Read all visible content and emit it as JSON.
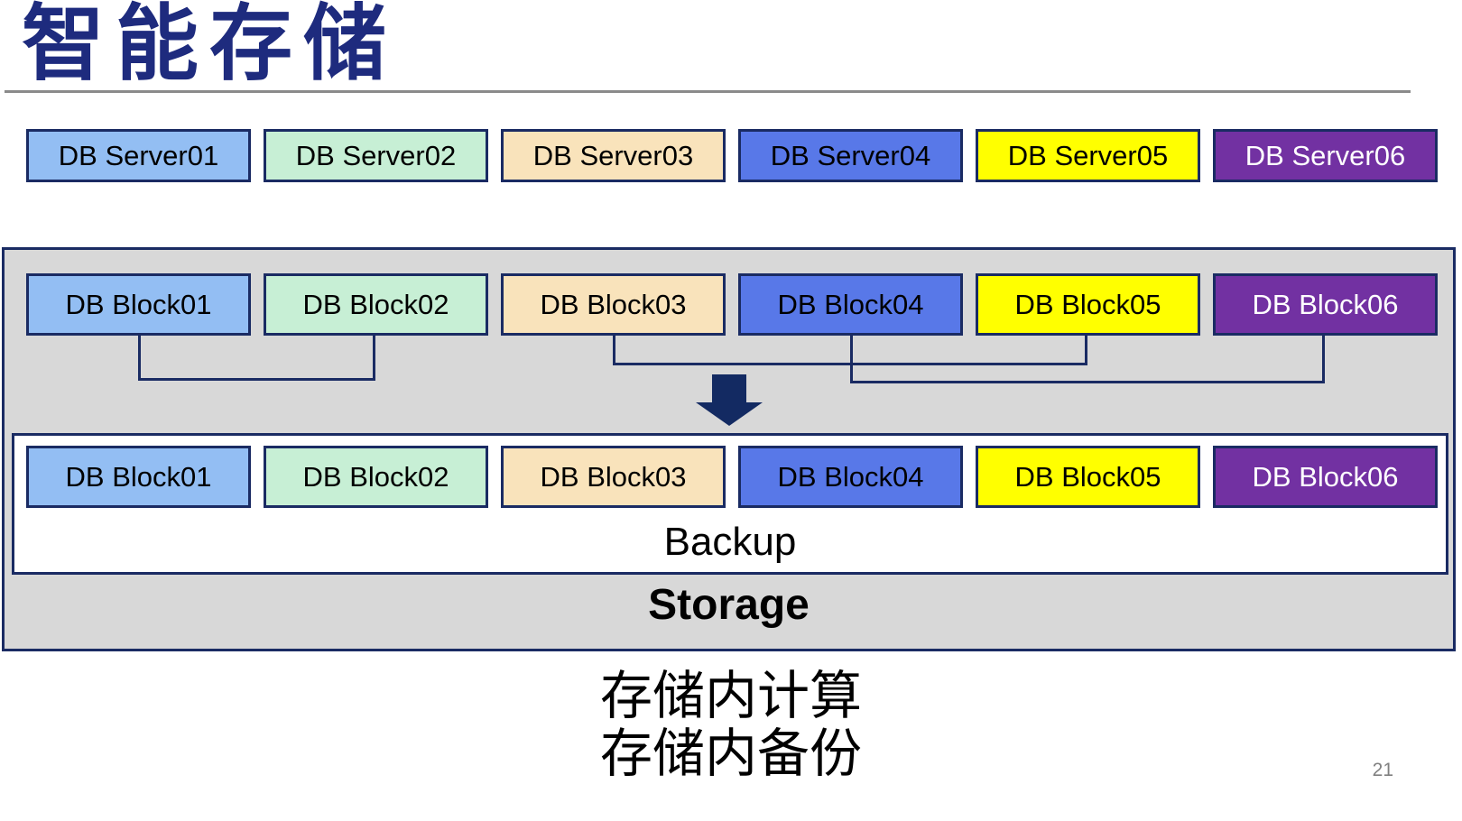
{
  "page": {
    "title": "智能存储",
    "page_number": "21"
  },
  "colors": {
    "title": "#1E2B7E",
    "box_border": "#1A2B63",
    "container_bg": "#D8D8D8",
    "arrow": "#132A62",
    "rule": "#8A8A8A",
    "page_number": "#808080"
  },
  "palette": [
    {
      "bg": "#93BEF3",
      "fg": "#000000"
    },
    {
      "bg": "#C7EFD5",
      "fg": "#000000"
    },
    {
      "bg": "#F9E3BB",
      "fg": "#000000"
    },
    {
      "bg": "#5878E8",
      "fg": "#000000"
    },
    {
      "bg": "#FFFF00",
      "fg": "#000000"
    },
    {
      "bg": "#7231A2",
      "fg": "#FFFFFF"
    }
  ],
  "server_row": {
    "labels": [
      "DB Server01",
      "DB Server02",
      "DB Server03",
      "DB Server04",
      "DB Server05",
      "DB Server06"
    ]
  },
  "storage": {
    "block_row_top": {
      "labels": [
        "DB Block01",
        "DB Block02",
        "DB Block03",
        "DB Block04",
        "DB Block05",
        "DB Block06"
      ]
    },
    "backup_area": {
      "block_row": {
        "labels": [
          "DB Block01",
          "DB Block02",
          "DB Block03",
          "DB Block04",
          "DB Block05",
          "DB Block06"
        ]
      },
      "backup_label": "Backup"
    },
    "storage_label": "Storage"
  },
  "notes": {
    "line1": "存储内计算",
    "line2": "存储内备份"
  }
}
